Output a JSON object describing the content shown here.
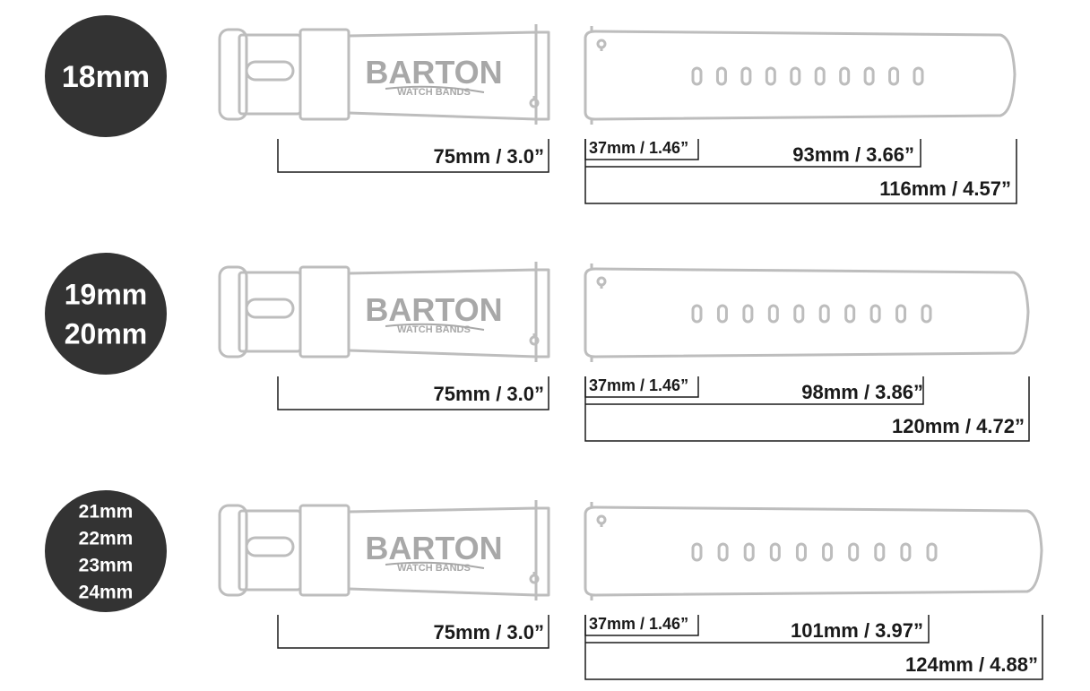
{
  "colors": {
    "circle": "#333333",
    "outline": "#bdbdbd",
    "logo": "#a8a8a8",
    "dim_line": "#1a1a1a",
    "text": "#1a1a1a"
  },
  "brand": {
    "main": "BARTON",
    "sub": "WATCH BANDS"
  },
  "rows": [
    {
      "widths": [
        "18mm"
      ],
      "short_strap": "75mm / 3.0”",
      "inner_label": "37mm / 1.46”",
      "mid_label": "93mm / 3.66”",
      "total_label": "116mm / 4.57”",
      "holes": 10
    },
    {
      "widths": [
        "19mm",
        "20mm"
      ],
      "short_strap": "75mm / 3.0”",
      "inner_label": "37mm / 1.46”",
      "mid_label": "98mm / 3.86”",
      "total_label": "120mm / 4.72”",
      "holes": 10
    },
    {
      "widths": [
        "21mm",
        "22mm",
        "23mm",
        "24mm"
      ],
      "short_strap": "75mm / 3.0”",
      "inner_label": "37mm / 1.46”",
      "mid_label": "101mm / 3.97”",
      "total_label": "124mm / 4.88”",
      "holes": 10
    }
  ]
}
